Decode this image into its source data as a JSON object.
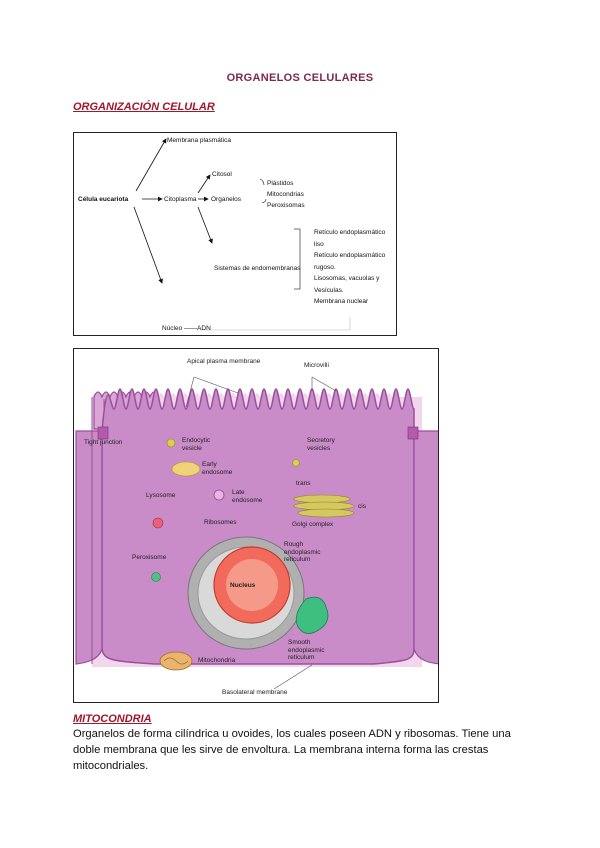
{
  "title": "ORGANELOS CELULARES",
  "section1": {
    "heading": "ORGANIZACIÓN CELULAR"
  },
  "diagram": {
    "cell": "Célula eucariota",
    "membrane": "Membrana plasmática",
    "cytoplasm": "Citoplasma",
    "cytosol": "Citosol",
    "organelles": "Organelos",
    "organelles_list": [
      "Plástidos",
      "Mitocondrias",
      "Peroxisomas"
    ],
    "endomembrane": "Sistemas de endomembranas",
    "endomembrane_list": [
      "Retículo endoplasmático",
      "liso",
      "Retículo endoplasmático",
      "rugoso.",
      "Lisosomas, vacuolas y",
      "Vesículas.",
      "Membrana nuclear"
    ],
    "nucleus": "Núcleo",
    "dna": "ADN"
  },
  "cell_figure": {
    "labels": {
      "apical": "Apical plasma membrane",
      "microvilli": "Microvilli",
      "tight": "Tight junction",
      "endocytic": "Endocytic vesicle",
      "secretory": "Secretory vesicles",
      "early": "Early endosome",
      "lysosome": "Lysosome",
      "late": "Late endosome",
      "trans": "trans",
      "cis": "cis",
      "golgi": "Golgi complex",
      "ribosomes": "Ribosomes",
      "rough": "Rough endoplasmic reticulum",
      "peroxisome": "Peroxisome",
      "nucleus": "Nucleus",
      "smooth": "Smooth endoplasmic reticulum",
      "mito": "Mitochondria",
      "basolateral": "Basolateral membrane"
    },
    "colors": {
      "cytoplasm": "#c98cc8",
      "membrane": "#9a4e9c",
      "nucleus": "#f26a5b",
      "er": "#3fbf7f"
    }
  },
  "section2": {
    "heading": "MITOCONDRIA",
    "text": "Organelos de forma cilíndrica u ovoides, los cuales poseen ADN y ribosomas. Tiene una doble membrana que les sirve de envoltura. La membrana interna forma las crestas mitocondriales."
  }
}
